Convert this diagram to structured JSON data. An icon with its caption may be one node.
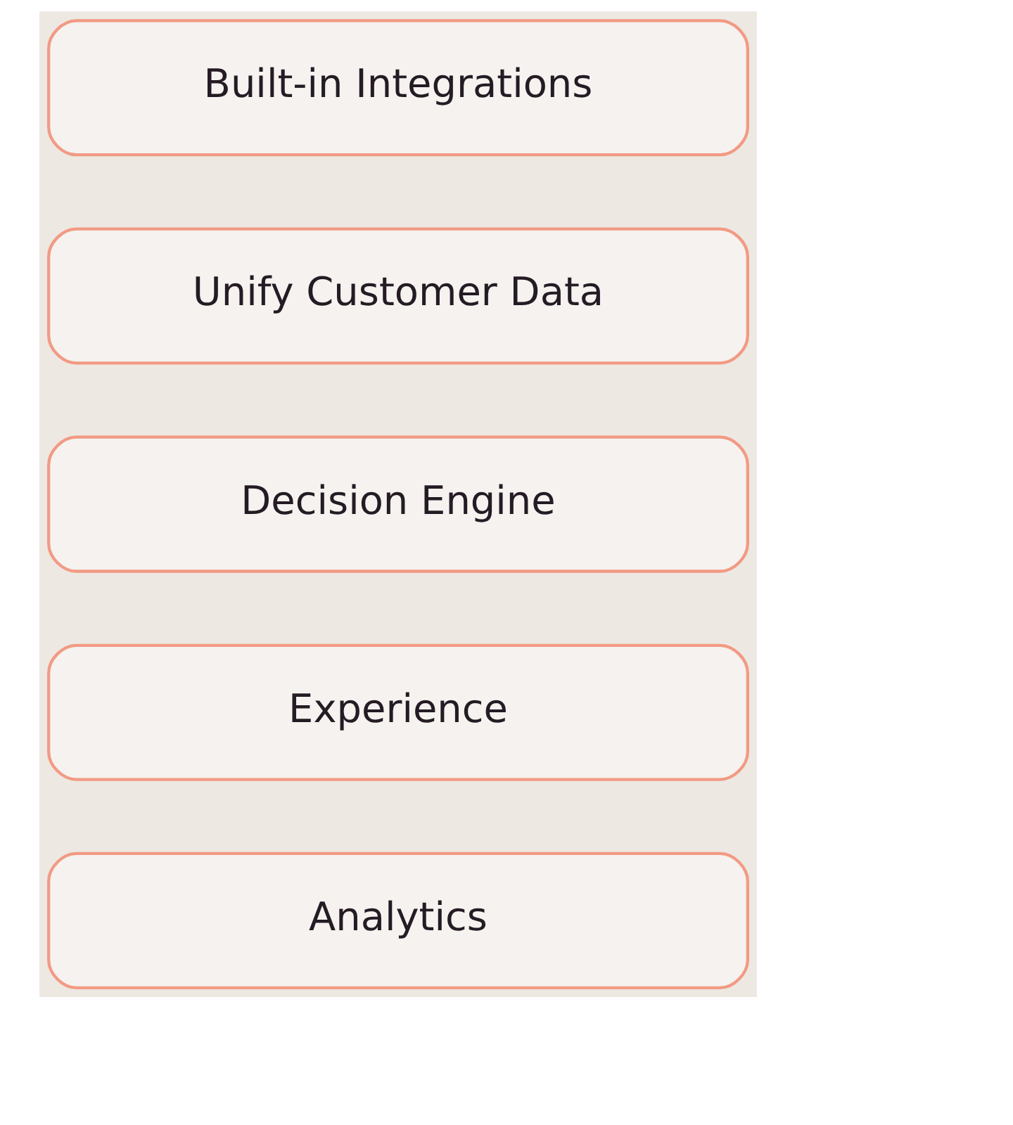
{
  "diagram": {
    "nodes": [
      {
        "text": [
          "Built-in Integrations"
        ]
      },
      {
        "text": [
          "Unify Customer Data"
        ]
      },
      {
        "text": [
          "Decision Engine"
        ]
      },
      {
        "text": [
          "Experience"
        ]
      },
      {
        "text": [
          "Analytics"
        ]
      }
    ],
    "edges": []
  }
}
